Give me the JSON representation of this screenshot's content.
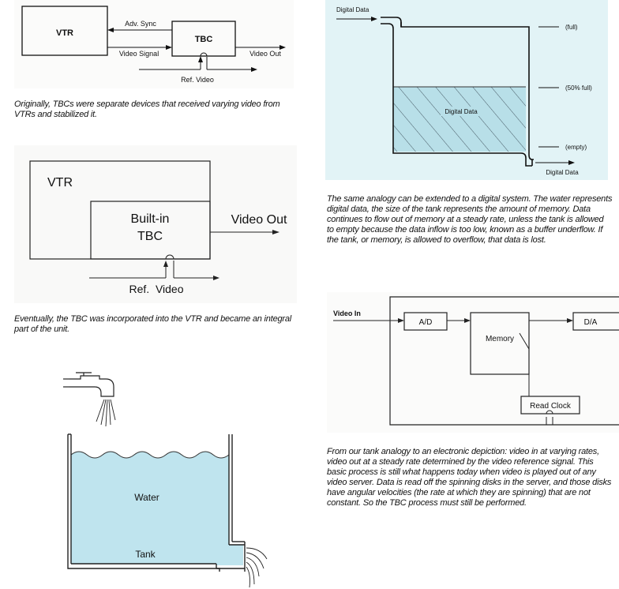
{
  "fig1": {
    "vtr": "VTR",
    "tbc": "TBC",
    "adv_sync": "Adv. Sync",
    "video_signal": "Video Signal",
    "video_out": "Video Out",
    "ref_video": "Ref. Video",
    "caption": "Originally, TBCs were separate devices that received varying video from VTRs and stabilized it."
  },
  "fig2": {
    "vtr": "VTR",
    "builtin_1": "Built-in",
    "builtin_2": "TBC",
    "video_out": "Video Out",
    "ref_video": "Ref.  Video",
    "caption": "Eventually, the TBC was incorporated into the VTR and became an integral part of the unit."
  },
  "fig3": {
    "water": "Water",
    "tank": "Tank",
    "colors": {
      "water": "#bfe4ee"
    }
  },
  "fig4": {
    "digital_data_in": "Digital Data",
    "full": "(full)",
    "half_full": "(50% full)",
    "digital_data_fill": "Digital Data",
    "empty": "(empty)",
    "digital_data_out": "Digital Data",
    "caption": "The same analogy can be extended to a digital system. The water represents digital data, the size of the tank represents the amount of memory. Data continues to flow out of memory at a steady rate, unless the tank is allowed to empty because the data inflow is too low, known as a buffer underflow. If the tank, or memory, is allowed to overflow, that data is lost.",
    "colors": {
      "background": "#e2f3f6",
      "fill": "#b8dfe8"
    }
  },
  "fig5": {
    "video_in": "Video In",
    "ad": "A/D",
    "memory": "Memory",
    "da": "D/A",
    "read_clock": "Read Clock",
    "caption": "From our tank analogy to an electronic depiction: video in at varying rates, video out at a steady rate determined by the video reference signal. This basic process is still what happens today when video is played out of any video server. Data is read off the spinning disks in the server, and those disks have angular velocities (the rate at which they are spinning) that are not constant. So the TBC process must still be performed."
  }
}
